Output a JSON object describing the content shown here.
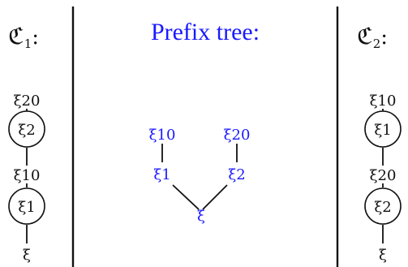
{
  "left_panel": {
    "heading_main": "ℭ",
    "heading_sub": "1",
    "heading_colon": ":",
    "top_label": "ξ20",
    "upper_node": "ξ2",
    "middle_label": "ξ10",
    "lower_node": "ξ1",
    "bottom_label": "ξ"
  },
  "center_panel": {
    "title": "Prefix tree:",
    "left_leaf": "ξ10",
    "left_mid": "ξ1",
    "right_leaf": "ξ20",
    "right_mid": "ξ2",
    "root": "ξ"
  },
  "right_panel": {
    "heading_main": "ℭ",
    "heading_sub": "2",
    "heading_colon": ":",
    "top_label": "ξ10",
    "upper_node": "ξ1",
    "middle_label": "ξ20",
    "lower_node": "ξ2",
    "bottom_label": "ξ"
  },
  "colors": {
    "tree_text": "#1a1aff",
    "line": "#111111"
  }
}
